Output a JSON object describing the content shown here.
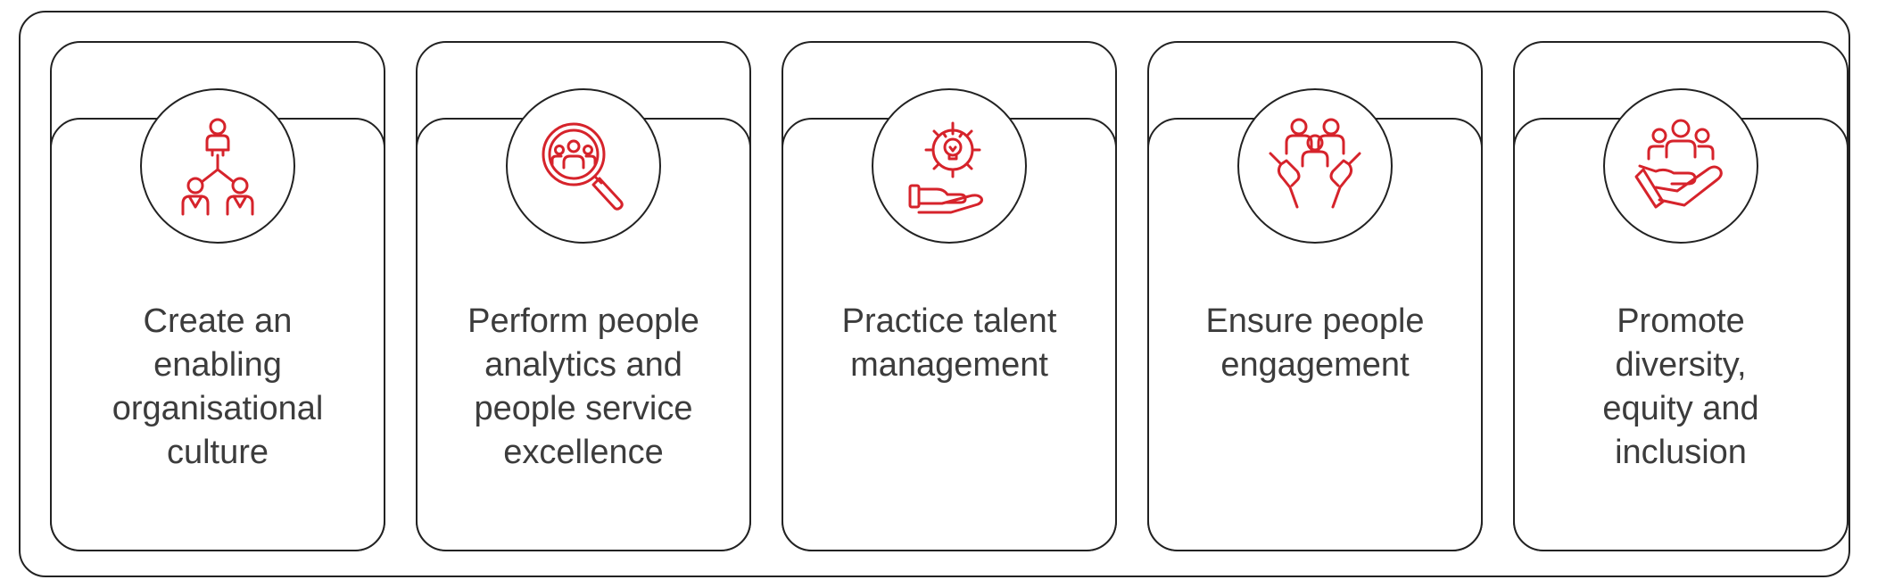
{
  "accent_color": "#d6232b",
  "cards": [
    {
      "icon": "org-structure-icon",
      "label": "Create an\nenabling\norganisational\nculture"
    },
    {
      "icon": "people-search-icon",
      "label": "Perform people\nanalytics and\npeople service\nexcellence"
    },
    {
      "icon": "talent-gear-hand-icon",
      "label": "Practice talent\nmanagement"
    },
    {
      "icon": "people-hands-icon",
      "label": "Ensure people\nengagement"
    },
    {
      "icon": "people-in-hand-icon",
      "label": "Promote\ndiversity,\nequity and\ninclusion"
    }
  ]
}
